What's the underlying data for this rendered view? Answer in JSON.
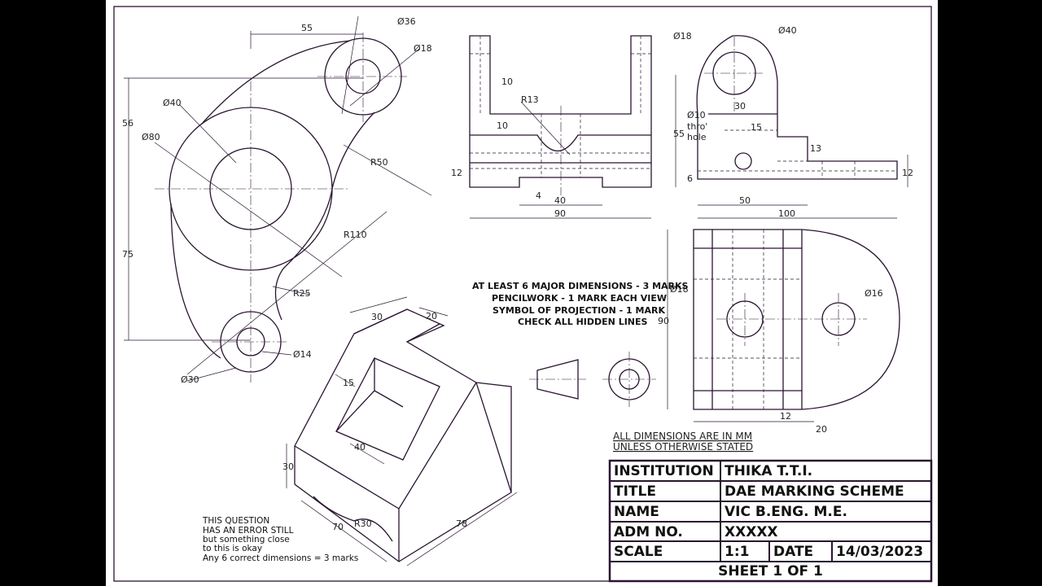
{
  "dimensions": {
    "top_view": [
      "55",
      "Ø36",
      "Ø18",
      "Ø40",
      "Ø80",
      "56",
      "R50",
      "75",
      "R110",
      "R25",
      "Ø14",
      "Ø30"
    ],
    "front_view": [
      "10",
      "R13",
      "10",
      "12",
      "4",
      "40",
      "90"
    ],
    "side_view": [
      "Ø18",
      "Ø40",
      "Ø10",
      "thro'",
      "hole",
      "30",
      "15",
      "55",
      "13",
      "6",
      "12",
      "50",
      "100"
    ],
    "plan_view": [
      "Ø18",
      "Ø16",
      "90",
      "12",
      "20"
    ],
    "iso_view": [
      "30",
      "20",
      "15",
      "40",
      "30",
      "70",
      "R30",
      "78"
    ]
  },
  "marking_notes": [
    "AT LEAST 6 MAJOR DIMENSIONS - 3 MARKS",
    "PENCILWORK - 1 MARK EACH VIEW",
    "SYMBOL OF PROJECTION - 1 MARK",
    "CHECK ALL HIDDEN LINES"
  ],
  "error_note": [
    "THIS QUESTION",
    "HAS AN ERROR STILL",
    "but  something close",
    "to this is okay",
    "Any 6 correct dimensions = 3 marks"
  ],
  "units_note": [
    "ALL DIMENSIONS ARE IN MM",
    "UNLESS OTHERWISE STATED"
  ],
  "title_block": {
    "institution_label": "INSTITUTION",
    "institution_value": "THIKA T.T.I.",
    "title_label": "TITLE",
    "title_value": "DAE MARKING SCHEME",
    "name_label": "NAME",
    "name_value": "VIC B.ENG. M.E.",
    "adm_label": "ADM NO.",
    "adm_value": "XXXXX",
    "scale_label": "SCALE",
    "scale_value": "1:1",
    "date_label": "DATE",
    "date_value": "14/03/2023",
    "sheet": "SHEET 1 OF 1"
  },
  "colors": {
    "line": "#2a1530",
    "background": "#ffffff",
    "letterbox": "#000000"
  }
}
